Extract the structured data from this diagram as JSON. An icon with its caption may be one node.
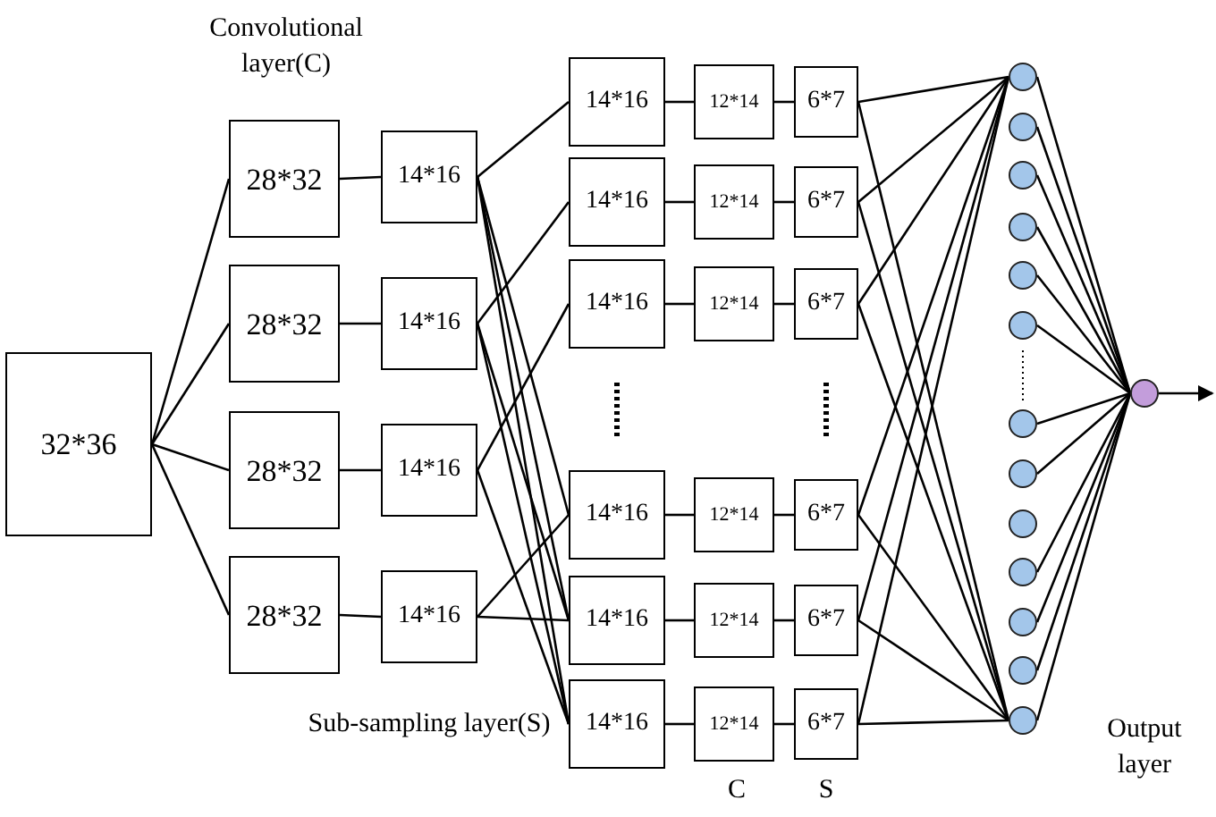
{
  "diagram": {
    "nodes": [
      {
        "text": [
          "32*36"
        ]
      },
      {
        "text": [
          "28*32"
        ]
      },
      {
        "text": [
          "28*32"
        ]
      },
      {
        "text": [
          "28*32"
        ]
      },
      {
        "text": [
          "28*32"
        ]
      },
      {
        "text": [
          "14*16"
        ]
      },
      {
        "text": [
          "14*16"
        ]
      },
      {
        "text": [
          "14*16"
        ]
      },
      {
        "text": [
          "14*16"
        ]
      },
      {
        "text": [
          "14*16"
        ]
      },
      {
        "text": [
          "14*16"
        ]
      },
      {
        "text": [
          "14*16"
        ]
      },
      {
        "text": [
          "14*16"
        ]
      },
      {
        "text": [
          "14*16"
        ]
      },
      {
        "text": [
          "14*16"
        ]
      },
      {
        "text": [
          "12*14"
        ]
      },
      {
        "text": [
          "12*14"
        ]
      },
      {
        "text": [
          "12*14"
        ]
      },
      {
        "text": [
          "12*14"
        ]
      },
      {
        "text": [
          "12*14"
        ]
      },
      {
        "text": [
          "12*14"
        ]
      },
      {
        "text": [
          "6*7"
        ]
      },
      {
        "text": [
          "6*7"
        ]
      },
      {
        "text": [
          "6*7"
        ]
      },
      {
        "text": [
          "6*7"
        ]
      },
      {
        "text": [
          "6*7"
        ]
      },
      {
        "text": [
          "6*7"
        ]
      },
      {
        "text": [],
        "shape": "circle"
      },
      {
        "text": [],
        "shape": "circle"
      },
      {
        "text": [],
        "shape": "circle"
      },
      {
        "text": [],
        "shape": "circle"
      },
      {
        "text": [],
        "shape": "circle"
      },
      {
        "text": [],
        "shape": "circle"
      },
      {
        "text": [],
        "shape": "circle"
      },
      {
        "text": [],
        "shape": "circle"
      },
      {
        "text": [],
        "shape": "circle"
      },
      {
        "text": [],
        "shape": "circle"
      },
      {
        "text": [],
        "shape": "circle"
      },
      {
        "text": [],
        "shape": "circle"
      },
      {
        "text": [],
        "shape": "circle"
      },
      {
        "text": [],
        "shape": "circle"
      }
    ],
    "edges": [
      {
        "from": 0,
        "to": 1,
        "arrow": "none"
      },
      {
        "from": 0,
        "to": 2,
        "arrow": "none"
      },
      {
        "from": 0,
        "to": 3,
        "arrow": "none"
      },
      {
        "from": 0,
        "to": 4,
        "arrow": "none"
      },
      {
        "from": 1,
        "to": 5,
        "arrow": "none"
      },
      {
        "from": 2,
        "to": 6,
        "arrow": "none"
      },
      {
        "from": 3,
        "to": 7,
        "arrow": "none"
      },
      {
        "from": 4,
        "to": 8,
        "arrow": "none"
      },
      {
        "from": 5,
        "to": 9,
        "arrow": "none"
      },
      {
        "from": 5,
        "to": 12,
        "arrow": "none"
      },
      {
        "from": 5,
        "to": 13,
        "arrow": "none"
      },
      {
        "from": 5,
        "to": 14,
        "arrow": "none"
      },
      {
        "from": 6,
        "to": 10,
        "arrow": "none"
      },
      {
        "from": 6,
        "to": 13,
        "arrow": "none"
      },
      {
        "from": 6,
        "to": 14,
        "arrow": "none"
      },
      {
        "from": 7,
        "to": 11,
        "arrow": "none"
      },
      {
        "from": 7,
        "to": 14,
        "arrow": "none"
      },
      {
        "from": 8,
        "to": 12,
        "arrow": "none"
      },
      {
        "from": 8,
        "to": 13,
        "arrow": "none"
      },
      {
        "from": 9,
        "to": 15,
        "arrow": "none"
      },
      {
        "from": 10,
        "to": 16,
        "arrow": "none"
      },
      {
        "from": 11,
        "to": 17,
        "arrow": "none"
      },
      {
        "from": 12,
        "to": 18,
        "arrow": "none"
      },
      {
        "from": 13,
        "to": 19,
        "arrow": "none"
      },
      {
        "from": 14,
        "to": 20,
        "arrow": "none"
      },
      {
        "from": 15,
        "to": 21,
        "arrow": "none"
      },
      {
        "from": 16,
        "to": 22,
        "arrow": "none"
      },
      {
        "from": 17,
        "to": 23,
        "arrow": "none"
      },
      {
        "from": 18,
        "to": 24,
        "arrow": "none"
      },
      {
        "from": 19,
        "to": 25,
        "arrow": "none"
      },
      {
        "from": 20,
        "to": 26,
        "arrow": "none"
      },
      {
        "from": 21,
        "to": 27,
        "arrow": "none"
      },
      {
        "from": 21,
        "to": 39,
        "arrow": "none"
      },
      {
        "from": 22,
        "to": 27,
        "arrow": "none"
      },
      {
        "from": 22,
        "to": 39,
        "arrow": "none"
      },
      {
        "from": 23,
        "to": 27,
        "arrow": "none"
      },
      {
        "from": 23,
        "to": 39,
        "arrow": "none"
      },
      {
        "from": 24,
        "to": 27,
        "arrow": "none"
      },
      {
        "from": 24,
        "to": 39,
        "arrow": "none"
      },
      {
        "from": 25,
        "to": 27,
        "arrow": "none"
      },
      {
        "from": 25,
        "to": 39,
        "arrow": "none"
      },
      {
        "from": 26,
        "to": 27,
        "arrow": "none"
      },
      {
        "from": 26,
        "to": 39,
        "arrow": "none"
      },
      {
        "from": 27,
        "to": 40,
        "arrow": "none"
      },
      {
        "from": 28,
        "to": 40,
        "arrow": "none"
      },
      {
        "from": 29,
        "to": 40,
        "arrow": "none"
      },
      {
        "from": 30,
        "to": 40,
        "arrow": "none"
      },
      {
        "from": 31,
        "to": 40,
        "arrow": "none"
      },
      {
        "from": 32,
        "to": 40,
        "arrow": "none"
      },
      {
        "from": 33,
        "to": 40,
        "arrow": "none"
      },
      {
        "from": 34,
        "to": 40,
        "arrow": "none"
      },
      {
        "from": 36,
        "to": 40,
        "arrow": "none"
      },
      {
        "from": 37,
        "to": 40,
        "arrow": "none"
      },
      {
        "from": 38,
        "to": 40,
        "arrow": "none"
      },
      {
        "from": 39,
        "to": 40,
        "arrow": "none"
      },
      {
        "from": 40,
        "to": null,
        "arrow": "to"
      }
    ],
    "labels": [
      "Convolutional layer(C)",
      "Sub-sampling layer(S)",
      "C",
      "S",
      "Output layer"
    ]
  }
}
